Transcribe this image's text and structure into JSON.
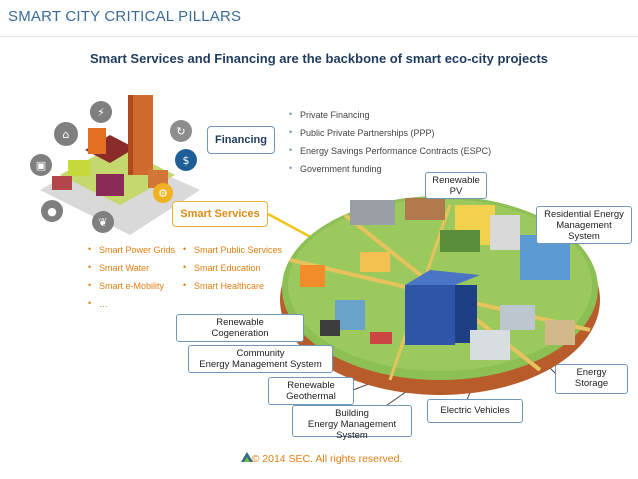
{
  "header": {
    "title": "SMART CITY CRITICAL PILLARS",
    "subtitle": "Smart Services and Financing are the backbone of smart eco-city projects"
  },
  "financing": {
    "label": "Financing",
    "items": [
      "Private Financing",
      "Public Private Partnerships (PPP)",
      "Energy Savings Performance Contracts (ESPC)",
      "Government funding"
    ]
  },
  "smart_services": {
    "label": "Smart Services",
    "col1": [
      "Smart Power Grids",
      "Smart Water",
      "Smart e-Mobility",
      "…"
    ],
    "col2": [
      "Smart Public Services",
      "Smart Education",
      "Smart Healthcare"
    ]
  },
  "callouts": {
    "renewable_pv": "Renewable\nPV",
    "residential_ems": "Residential Energy\nManagement\nSystem",
    "renewable_cogeneration": "Renewable\nCogeneration",
    "community_ems": "Community\nEnergy Management System",
    "renewable_geothermal": "Renewable\nGeothermal",
    "building_ems": "Building\nEnergy Management\nSystem",
    "electric_vehicles": "Electric Vehicles",
    "energy_storage": "Energy\nStorage"
  },
  "footer": {
    "copyright": "© 2014 SEC.  All rights reserved."
  },
  "colors": {
    "title_blue": "#3a6b96",
    "navy": "#1f3b5e",
    "accent_orange": "#e08a16",
    "accent_yellow": "#f2c318",
    "callout_border": "#6f97b9"
  }
}
